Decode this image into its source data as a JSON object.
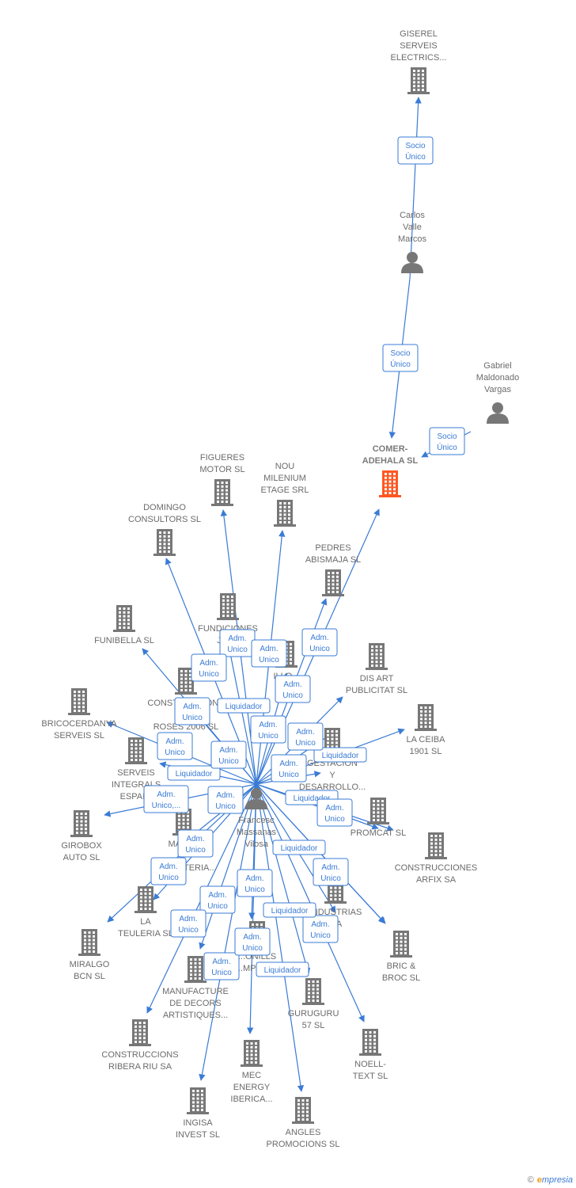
{
  "colors": {
    "edge": "#3a7bd5",
    "building": "#777777",
    "building_main": "#ff5722",
    "person": "#777777",
    "label": "#6b6b6b"
  },
  "nodes": [
    {
      "id": "giserel",
      "type": "company",
      "label": [
        "GISEREL",
        "SERVEIS",
        "ELECTRICS..."
      ]
    },
    {
      "id": "carlos",
      "type": "person",
      "label": [
        "Carlos",
        "Valle",
        "Marcos"
      ]
    },
    {
      "id": "gabriel",
      "type": "person",
      "label": [
        "Gabriel",
        "Maldonado",
        "Vargas"
      ]
    },
    {
      "id": "comer",
      "type": "company",
      "main": true,
      "label": [
        "COMER-",
        "ADEHALA SL"
      ]
    },
    {
      "id": "figueres",
      "type": "company",
      "label": [
        "FIGUERES",
        "MOTOR SL"
      ]
    },
    {
      "id": "nou",
      "type": "company",
      "label": [
        "NOU",
        "MILENIUM",
        "ETAGE SRL"
      ]
    },
    {
      "id": "domingo",
      "type": "company",
      "label": [
        "DOMINGO",
        "CONSULTORS SL"
      ]
    },
    {
      "id": "pedres",
      "type": "company",
      "label": [
        "PEDRES",
        "ABISMAJA SL"
      ]
    },
    {
      "id": "funibella",
      "type": "company",
      "label": [
        "FUNIBELLA SL"
      ]
    },
    {
      "id": "fundiciones",
      "type": "company",
      "label": [
        "FUNDICIONES",
        "J. A..."
      ]
    },
    {
      "id": "illo",
      "type": "company",
      "label": [
        "ILLO..."
      ]
    },
    {
      "id": "disart",
      "type": "company",
      "label": [
        "DIS ART",
        "PUBLICITAT SL"
      ]
    },
    {
      "id": "construc_jo",
      "type": "company",
      "label": [
        "CONSTRUCCIONS",
        "JO...",
        "ROSES 2006 SL"
      ]
    },
    {
      "id": "bricocerdanya",
      "type": "company",
      "label": [
        "BRICOCERDANYA",
        "SERVEIS SL"
      ]
    },
    {
      "id": "laceiba",
      "type": "company",
      "label": [
        "LA CEIBA",
        "1901 SL"
      ]
    },
    {
      "id": "gestacion",
      "type": "company",
      "label": [
        "GESTACION",
        "Y",
        "DESARROLLO..."
      ]
    },
    {
      "id": "serveis",
      "type": "company",
      "label": [
        "SERVEIS",
        "INTEGRALS",
        "ESPAI..."
      ]
    },
    {
      "id": "girobox",
      "type": "company",
      "label": [
        "GIROBOX",
        "AUTO SL"
      ]
    },
    {
      "id": "promcat",
      "type": "company",
      "label": [
        "PROMCAT SL"
      ]
    },
    {
      "id": "francesc",
      "type": "person",
      "label": [
        "Francesc",
        "Massanas",
        "Vilosa"
      ]
    },
    {
      "id": "construcciones_arfix",
      "type": "company",
      "label": [
        "CONSTRUCCIONES",
        "ARFIX SA"
      ]
    },
    {
      "id": "mant",
      "type": "company",
      "label": [
        "MANT...",
        "Y",
        "CARPINTERIA..."
      ]
    },
    {
      "id": "industrias",
      "type": "company",
      "label": [
        "INDUSTRIAS",
        "...A"
      ]
    },
    {
      "id": "lateuleria",
      "type": "company",
      "label": [
        "LA",
        "TEULERIA SL"
      ]
    },
    {
      "id": "miralgo",
      "type": "company",
      "label": [
        "MIRALGO",
        "BCN SL"
      ]
    },
    {
      "id": "bricbroc",
      "type": "company",
      "label": [
        "BRIC &",
        "BROC SL"
      ]
    },
    {
      "id": "onills",
      "type": "company",
      "label": [
        "...ONILLS",
        "...MPORI..."
      ]
    },
    {
      "id": "manufacture",
      "type": "company",
      "label": [
        "MANUFACTURE",
        "DE DECORS",
        "ARTISTIQUES..."
      ]
    },
    {
      "id": "guruguru",
      "type": "company",
      "label": [
        "GURUGURU",
        "57 SL"
      ]
    },
    {
      "id": "construccions_ribera",
      "type": "company",
      "label": [
        "CONSTRUCCIONS",
        "RIBERA RIU SA"
      ]
    },
    {
      "id": "noell",
      "type": "company",
      "label": [
        "NOELL-",
        "TEXT SL"
      ]
    },
    {
      "id": "mec",
      "type": "company",
      "label": [
        "MEC",
        "ENERGY",
        "IBERICA..."
      ]
    },
    {
      "id": "ingisa",
      "type": "company",
      "label": [
        "INGISA",
        "INVEST SL"
      ]
    },
    {
      "id": "angles",
      "type": "company",
      "label": [
        "ANGLES",
        "PROMOCIONS SL"
      ]
    }
  ],
  "edges": [
    {
      "from": "carlos",
      "to": "giserel",
      "label": [
        "Socio",
        "Único"
      ]
    },
    {
      "from": "carlos",
      "to": "comer",
      "label": [
        "Socio",
        "Único"
      ]
    },
    {
      "from": "gabriel",
      "to": "comer",
      "label": [
        "Socio",
        "Único"
      ]
    },
    {
      "from": "francesc",
      "to": "comer",
      "label": [
        "Adm.",
        "Unico"
      ]
    },
    {
      "from": "francesc",
      "to": "figueres",
      "label": [
        "Adm.",
        "Unico"
      ]
    },
    {
      "from": "francesc",
      "to": "nou",
      "label": [
        "Adm.",
        "Unico"
      ]
    },
    {
      "from": "francesc",
      "to": "domingo",
      "label": [
        "Adm.",
        "Unico"
      ]
    },
    {
      "from": "francesc",
      "to": "pedres",
      "label": [
        "Adm.",
        "Unico"
      ]
    },
    {
      "from": "francesc",
      "to": "funibella",
      "label": [
        "Adm.",
        "Unico"
      ]
    },
    {
      "from": "francesc",
      "to": "fundiciones",
      "label": [
        "Liquidador"
      ]
    },
    {
      "from": "francesc",
      "to": "illo",
      "label": [
        "Adm.",
        "Unico"
      ]
    },
    {
      "from": "francesc",
      "to": "disart",
      "label": [
        "Adm.",
        "Unico"
      ]
    },
    {
      "from": "francesc",
      "to": "construc_jo",
      "label": [
        "Adm.",
        "Unico"
      ]
    },
    {
      "from": "francesc",
      "to": "bricocerdanya",
      "label": [
        "Liquidador"
      ]
    },
    {
      "from": "francesc",
      "to": "laceiba",
      "label": [
        "Adm.",
        "Unico"
      ]
    },
    {
      "from": "francesc",
      "to": "gestacion",
      "label": [
        "Liquidador"
      ]
    },
    {
      "from": "francesc",
      "to": "serveis",
      "label": [
        "Adm.",
        "Unico,..."
      ]
    },
    {
      "from": "francesc",
      "to": "girobox",
      "label": [
        "Liquidador"
      ]
    },
    {
      "from": "francesc",
      "to": "promcat",
      "label": [
        "Adm.",
        "Unico"
      ]
    },
    {
      "from": "francesc",
      "to": "construcciones_arfix",
      "label": [
        "Adm.",
        "Unico"
      ]
    },
    {
      "from": "francesc",
      "to": "mant",
      "label": [
        "Liquidador"
      ]
    },
    {
      "from": "francesc",
      "to": "industrias",
      "label": [
        "Adm.",
        "Unico"
      ]
    },
    {
      "from": "francesc",
      "to": "lateuleria",
      "label": [
        "Adm.",
        "Unico"
      ]
    },
    {
      "from": "francesc",
      "to": "miralgo",
      "label": [
        "Adm.",
        "Unico"
      ]
    },
    {
      "from": "francesc",
      "to": "bricbroc",
      "label": [
        "Adm.",
        "Unico"
      ]
    },
    {
      "from": "francesc",
      "to": "onills",
      "label": [
        "Adm.",
        "Unico"
      ]
    },
    {
      "from": "francesc",
      "to": "manufacture",
      "label": [
        "Liquidador"
      ]
    },
    {
      "from": "francesc",
      "to": "guruguru",
      "label": [
        "Adm.",
        "Unico"
      ]
    },
    {
      "from": "francesc",
      "to": "construccions_ribera",
      "label": [
        "Adm.",
        "Unico"
      ]
    },
    {
      "from": "francesc",
      "to": "noell",
      "label": [
        "Liquidador"
      ]
    },
    {
      "from": "francesc",
      "to": "mec",
      "label": [
        "Adm.",
        "Unico"
      ]
    },
    {
      "from": "francesc",
      "to": "ingisa",
      "label": [
        "Adm.",
        "Unico"
      ]
    },
    {
      "from": "francesc",
      "to": "angles",
      "label": [
        "Adm.",
        "Unico"
      ]
    },
    {
      "from": "francesc",
      "to": "gestacion",
      "label": [
        "Adm.",
        "Unico"
      ]
    },
    {
      "from": "francesc",
      "to": "promcat",
      "label": [
        "Adm.",
        "Unico"
      ]
    }
  ],
  "footer": {
    "copyright": "©",
    "brand_e": "e",
    "brand_rest": "mpresia"
  }
}
